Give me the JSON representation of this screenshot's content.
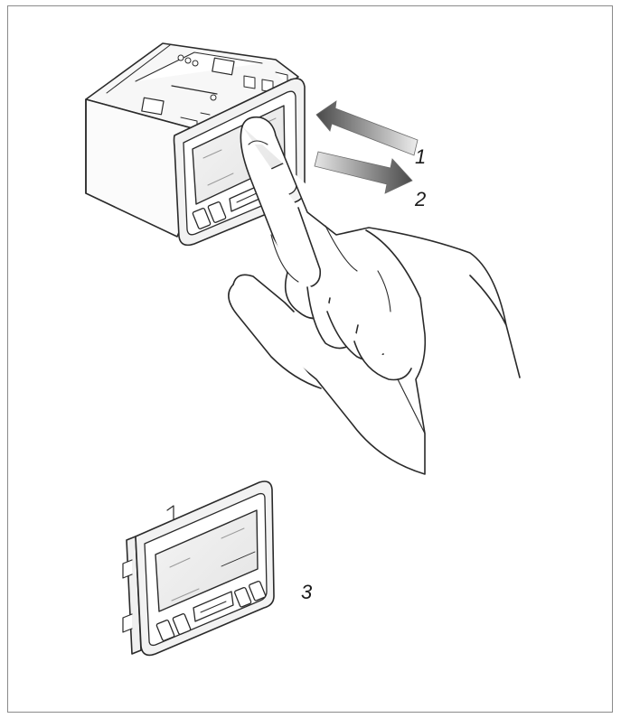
{
  "figure": {
    "step_labels": {
      "one": "1",
      "two": "2",
      "three": "3"
    },
    "colors": {
      "frame_border": "#8a8a8a",
      "line_art": "#2a2a2a",
      "arrow_dark": "#555555",
      "arrow_light": "#d9d9d9",
      "background": "#ffffff"
    },
    "icons": [
      "hand-icon",
      "instrument-module-icon",
      "push-arrow-icon",
      "pull-arrow-icon"
    ]
  }
}
